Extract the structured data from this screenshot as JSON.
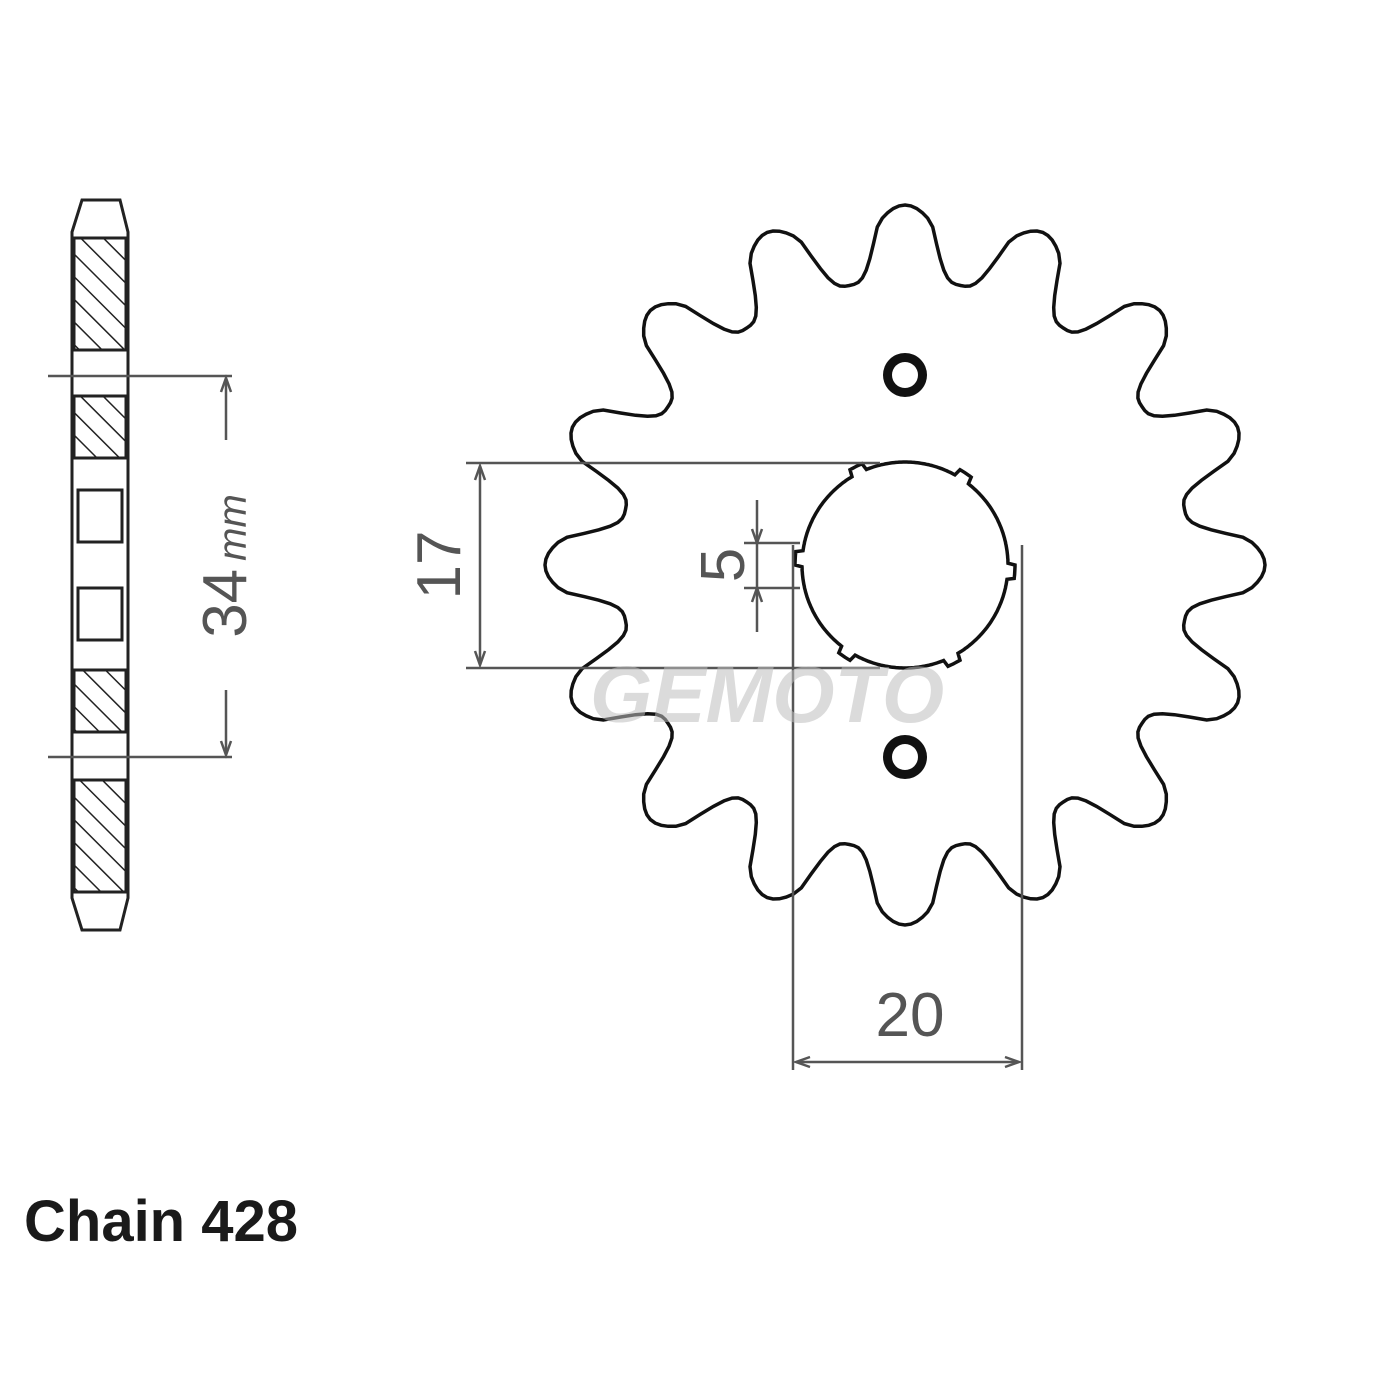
{
  "watermark": "GEMOTO",
  "sprocket": {
    "teeth": 16
  },
  "dimensions": {
    "pitch_line_spacing": "34",
    "pitch_line_unit": "mm",
    "spline_flat_width": "17",
    "spline_width": "5",
    "bore_diameter": "20"
  },
  "caption": "Chain 428"
}
